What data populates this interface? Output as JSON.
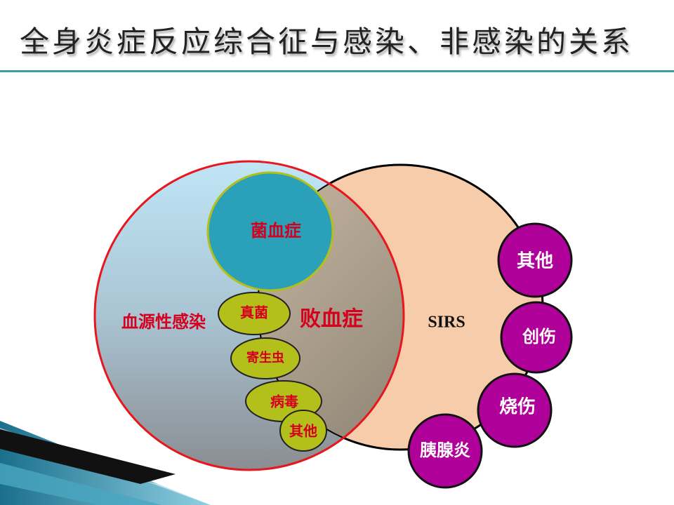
{
  "slide": {
    "title": "全身炎症反应综合征与感染、非感染的关系"
  },
  "diagram": {
    "labels": {
      "bacteremia": "菌血症",
      "bloodstream_infection": "血源性感染",
      "sepsis": "败血症",
      "sirs": "SIRS"
    },
    "pathogens": [
      "真菌",
      "寄生虫",
      "病毒",
      "其他"
    ],
    "noninfectious_causes": [
      "其他",
      "创伤",
      "烧伤",
      "胰腺炎"
    ],
    "colors": {
      "infection_circle_border": "#e8161d",
      "sirs_circle_fill": "#f6ccaa",
      "bacteremia_fill": "#2aa0b9",
      "pathogen_fill": "#b3c01c",
      "noninfectious_fill": "#b0009a",
      "accent_teal": "#3e9ea6"
    }
  }
}
